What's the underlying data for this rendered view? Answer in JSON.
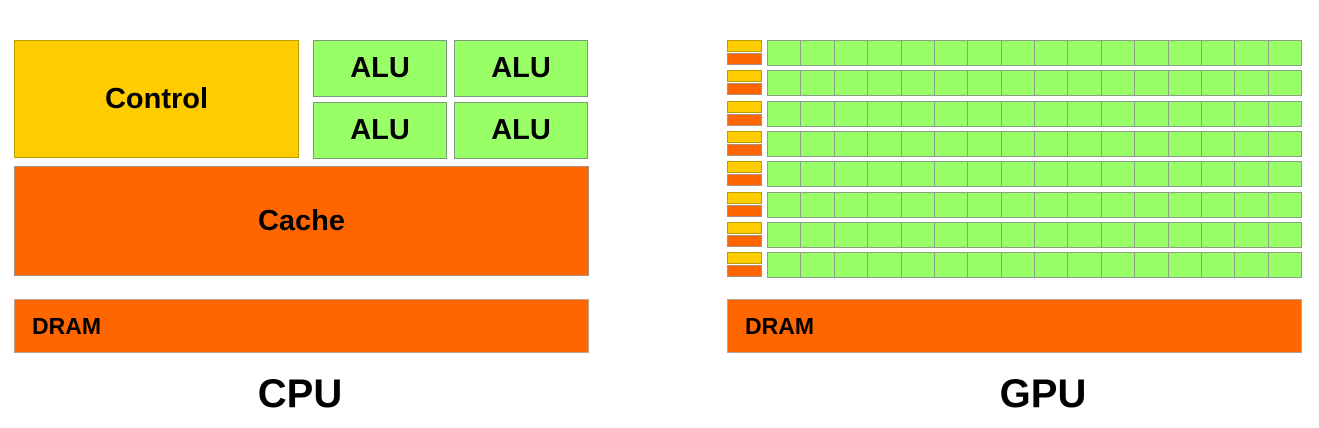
{
  "colors": {
    "control": "#ffcc00",
    "alu": "#99ff66",
    "cache": "#ff6600"
  },
  "cpu": {
    "control_label": "Control",
    "alu_labels": [
      "ALU",
      "ALU",
      "ALU",
      "ALU"
    ],
    "cache_label": "Cache",
    "dram_label": "DRAM",
    "title": "CPU"
  },
  "gpu": {
    "rows": 8,
    "cells_per_row": 16,
    "dram_label": "DRAM",
    "title": "GPU"
  }
}
